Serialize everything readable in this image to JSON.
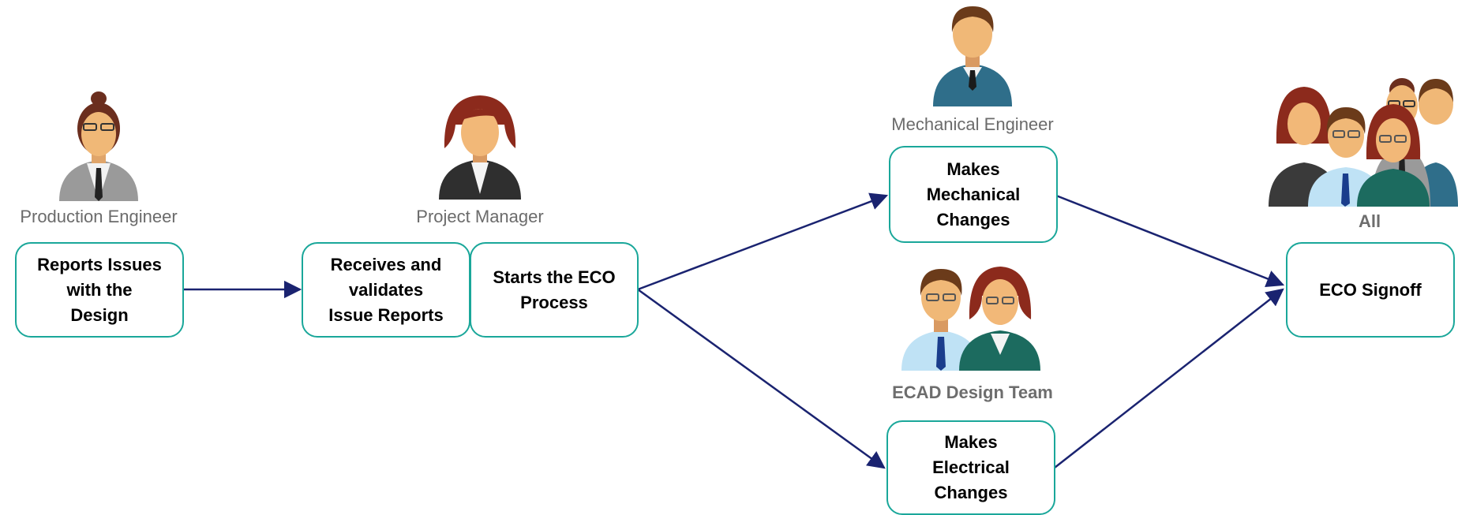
{
  "roles": {
    "production_engineer": "Production Engineer",
    "project_manager": "Project Manager",
    "mechanical_engineer": "Mechanical Engineer",
    "ecad_team": "ECAD Design Team",
    "all": "All"
  },
  "steps": {
    "reports_issues": "Reports Issues\nwith the\nDesign",
    "receives_validates": "Receives and\nvalidates\nIssue Reports",
    "starts_eco": "Starts the ECO\nProcess",
    "mech_changes": "Makes\nMechanical\nChanges",
    "elec_changes": "Makes\nElectrical\nChanges",
    "eco_signoff": "ECO Signoff"
  },
  "colors": {
    "box_border": "#1aa79a",
    "arrow": "#1a2370",
    "role_text": "#6b6b6b"
  },
  "icons": [
    "female-engineer-icon",
    "project-manager-icon",
    "mechanical-engineer-icon",
    "ecad-team-icon",
    "all-team-icon"
  ]
}
